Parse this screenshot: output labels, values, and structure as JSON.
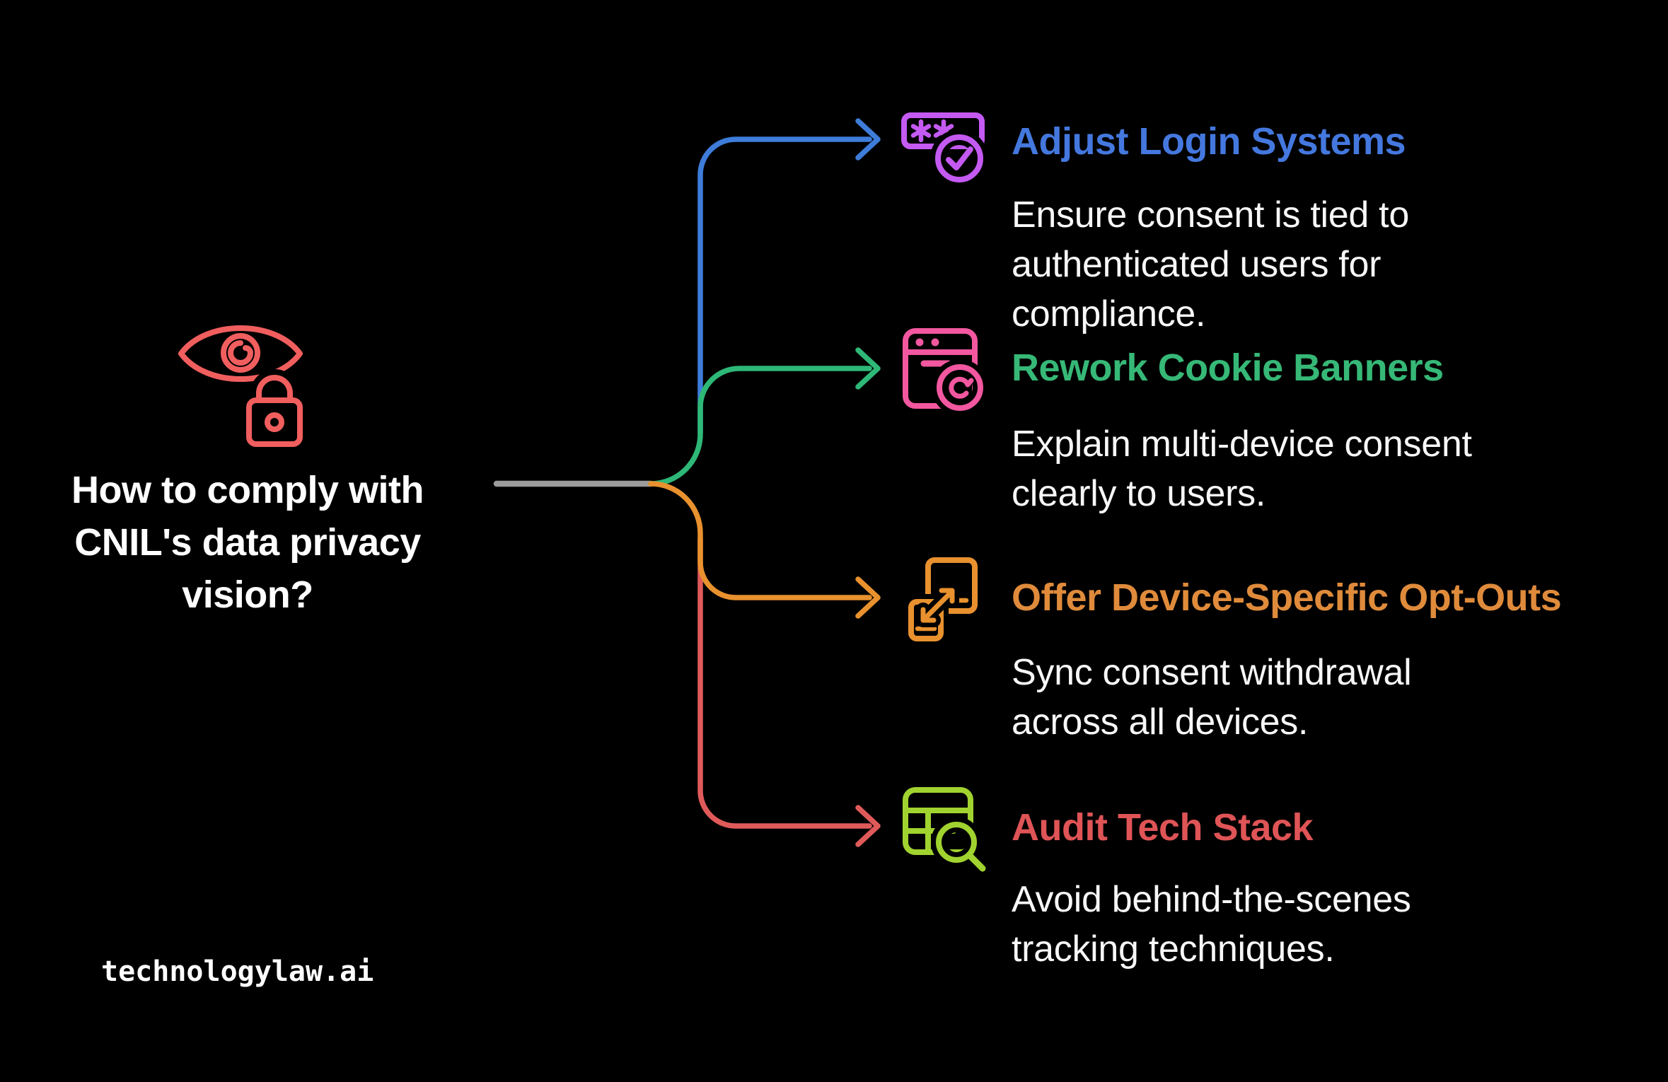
{
  "page": {
    "background": "#000000",
    "body_text_color": "#F7F7F7"
  },
  "root": {
    "question": "How to comply with\nCNIL's data privacy\nvision?",
    "text_color": "#FFFFFF",
    "icon": "eye-with-padlock-icon",
    "icon_color": "#F15E5E"
  },
  "connectors": {
    "trunk_color": "#9C9C9C"
  },
  "branches": [
    {
      "title": "Adjust Login Systems",
      "description": "Ensure consent is tied to\nauthenticated users for\ncompliance.",
      "title_color": "#4478DF",
      "line_color": "#3E7CD9",
      "icon": "password-check-icon",
      "icon_color": "#C45AF2"
    },
    {
      "title": "Rework Cookie Banners",
      "description": "Explain multi-device consent\nclearly to users.",
      "title_color": "#36B877",
      "line_color": "#2EB877",
      "icon": "cookie-banner-icon",
      "icon_color": "#F2579F"
    },
    {
      "title": "Offer Device-Specific Opt-Outs",
      "description": "Sync consent withdrawal\nacross all devices.",
      "title_color": "#DF8B3B",
      "line_color": "#E8912E",
      "icon": "device-sync-icon",
      "icon_color": "#E8912E"
    },
    {
      "title": "Audit Tech Stack",
      "description": "Avoid behind-the-scenes\ntracking techniques.",
      "title_color": "#DF5456",
      "line_color": "#E05A5A",
      "icon": "table-search-icon",
      "icon_color": "#A0D32F"
    }
  ],
  "brand": {
    "logo_text": "technologylaw.ai",
    "color": "#FFFFFF"
  }
}
